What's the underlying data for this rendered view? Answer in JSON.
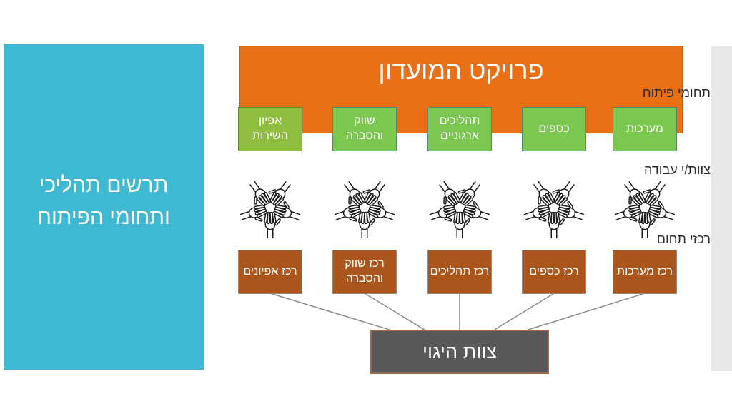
{
  "left_panel": {
    "title_line1": "תרשים תהליכי",
    "title_line2": "ותחומי הפיתוח"
  },
  "banner": {
    "title": "פרויקט המועדון"
  },
  "side_labels": {
    "development_areas": "תחומי פיתוח",
    "work_teams": "צוות/י עבודה",
    "area_coordinators": "רכזי תחום"
  },
  "development_areas": [
    {
      "label": "אפיון השירות"
    },
    {
      "label": "שווק והסברה"
    },
    {
      "label": "תהליכים ארגוניים"
    },
    {
      "label": "כספים"
    },
    {
      "label": "מערכות"
    }
  ],
  "coordinators": [
    {
      "label": "רכז אפיונים"
    },
    {
      "label": "רכז שווק והסברה"
    },
    {
      "label": "רכז תהליכים"
    },
    {
      "label": "רכז כספים"
    },
    {
      "label": "רכז מערכות"
    }
  ],
  "steering_team": {
    "label": "צוות היגוי"
  },
  "icons": {
    "teamwork": "hands-teamwork-icon"
  },
  "colors": {
    "left_panel_teal": "#3FB9D2",
    "banner_orange": "#EA7017",
    "area_green": "#7CC74F",
    "area_olive": "#8FBE3E",
    "coordinator_brown": "#A9551B",
    "steering_gray": "#595959",
    "right_strip_gray": "#E8E8E8",
    "connector_gray": "#8A8A8A"
  }
}
